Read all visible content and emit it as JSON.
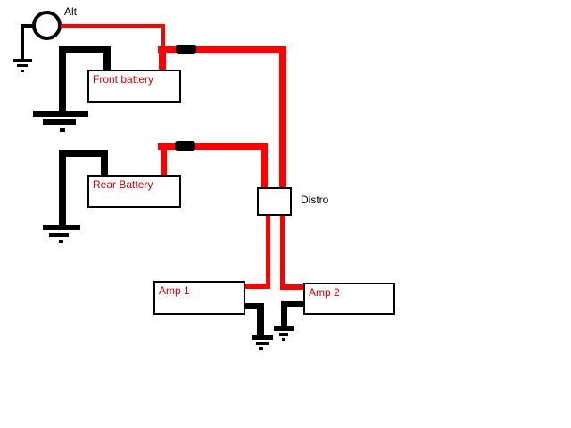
{
  "diagram": {
    "kind": "car-audio power wiring diagram",
    "components": {
      "alternator": {
        "label": "Alt"
      },
      "front_battery": {
        "label": "Front battery"
      },
      "rear_battery": {
        "label": "Rear Battery"
      },
      "distribution_block": {
        "label": "Distro"
      },
      "amp_1": {
        "label": "Amp 1"
      },
      "amp_2": {
        "label": "Amp 2"
      }
    },
    "wires": [
      {
        "type": "power",
        "path": "Alt -> Front battery + (through fuse) -> Distro"
      },
      {
        "type": "power",
        "path": "Rear Battery + (through fuse) -> Distro"
      },
      {
        "type": "power",
        "path": "Distro -> Amp 1"
      },
      {
        "type": "power",
        "path": "Distro -> Amp 2"
      },
      {
        "type": "ground",
        "path": "Alt -> chassis ground"
      },
      {
        "type": "ground",
        "path": "Front battery -> chassis ground"
      },
      {
        "type": "ground",
        "path": "Rear Battery -> chassis ground"
      },
      {
        "type": "ground",
        "path": "Amp 1 -> chassis ground"
      },
      {
        "type": "ground",
        "path": "Amp 2 -> chassis ground"
      }
    ],
    "colors": {
      "power_wire": "#ff0000",
      "ground_wire": "#000000",
      "box_label": "#cc0000",
      "text": "#000000",
      "background": "#ffffff"
    }
  }
}
